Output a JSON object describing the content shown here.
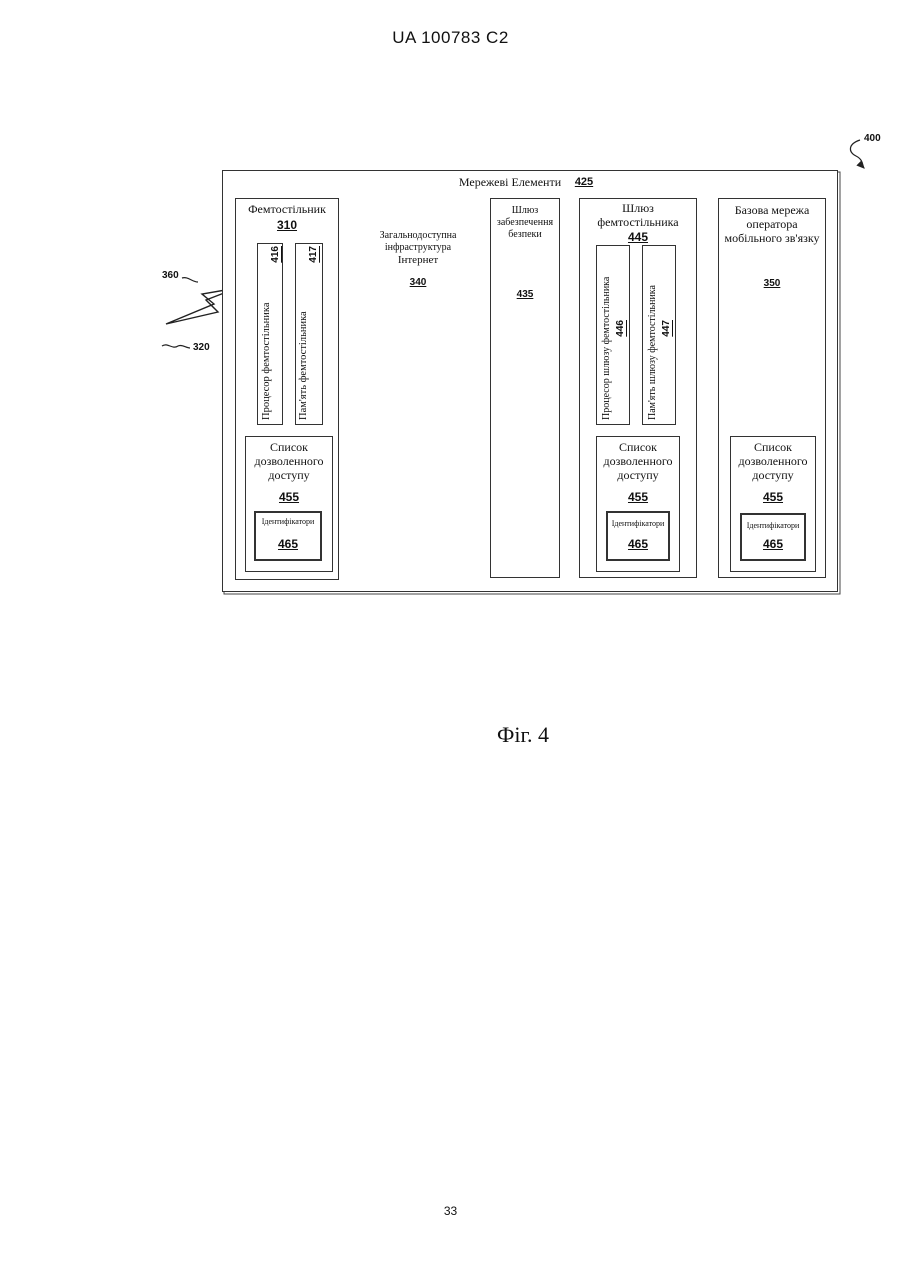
{
  "header": "UA   100783   C2",
  "page_number": "33",
  "figure_caption": "Фіг. 4",
  "diagram": {
    "ref_400": "400",
    "ref_360": "360",
    "ref_320": "320",
    "network_elements": {
      "label": "Мережеві Елементи",
      "ref": "425"
    },
    "femtocell": {
      "label": "Фемтостільник",
      "ref": "310",
      "processor": {
        "label": "Процесор фемтостільника",
        "ref": "416"
      },
      "memory": {
        "label": "Пам'ять фемтостільника",
        "ref": "417"
      },
      "access_list": {
        "label_lines": [
          "Список",
          "дозволенного",
          "доступу"
        ],
        "ref": "455"
      },
      "identifiers": {
        "label": "Ідентифікатори",
        "ref": "465"
      }
    },
    "internet": {
      "label_lines": [
        "Загальнодоступна",
        "інфраструктура",
        "Інтернет"
      ],
      "ref": "340"
    },
    "security_gateway": {
      "label_lines": [
        "Шлюз",
        "забезпечення",
        "безпеки"
      ],
      "ref": "435"
    },
    "femto_gateway": {
      "label_lines": [
        "Шлюз",
        "фемтостільника"
      ],
      "ref": "445",
      "processor": {
        "label": "Процесор шлюзу фемтостільника",
        "ref": "446"
      },
      "memory": {
        "label": "Пам'ять шлюзу фемтостільника",
        "ref": "447"
      },
      "access_list": {
        "label_lines": [
          "Список",
          "дозволенного",
          "доступу"
        ],
        "ref": "455"
      },
      "identifiers": {
        "label": "Ідентифікатори",
        "ref": "465"
      }
    },
    "core_network": {
      "label_lines": [
        "Базова мережа",
        "оператора",
        "мобільного зв'язку"
      ],
      "ref": "350",
      "access_list": {
        "label_lines": [
          "Список",
          "дозволенного",
          "доступу"
        ],
        "ref": "455"
      },
      "identifiers": {
        "label": "Ідентифікатори",
        "ref": "465"
      }
    }
  }
}
